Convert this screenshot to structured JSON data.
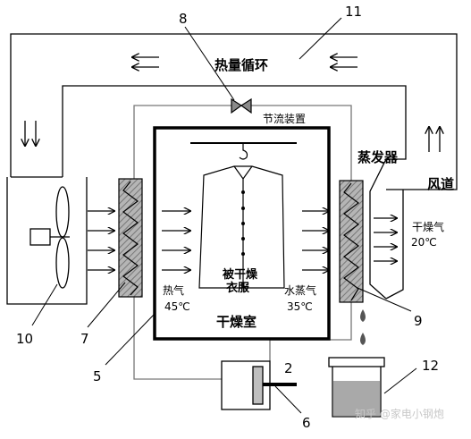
{
  "labels": {
    "heat_cycle": "热量循环",
    "throttle": "节流装置",
    "evaporator": "蒸发器",
    "air_duct": "风道",
    "dry_air": "干燥气",
    "dry_air_temp": "20℃",
    "hot_air": "热气",
    "hot_air_temp": "45℃",
    "steam": "水蒸气",
    "steam_temp": "35℃",
    "clothes_line1": "被干燥",
    "clothes_line2": "衣服",
    "drying_room": "干燥室"
  },
  "numbers": {
    "n2": "2",
    "n5": "5",
    "n6": "6",
    "n7": "7",
    "n8": "8",
    "n9": "9",
    "n10": "10",
    "n11": "11",
    "n12": "12"
  },
  "watermark": "知乎 @家电小钢炮",
  "colors": {
    "line": "#000000",
    "pipe": "#777777",
    "exchanger": "#9a9a9a",
    "water": "#a9a9a9"
  }
}
